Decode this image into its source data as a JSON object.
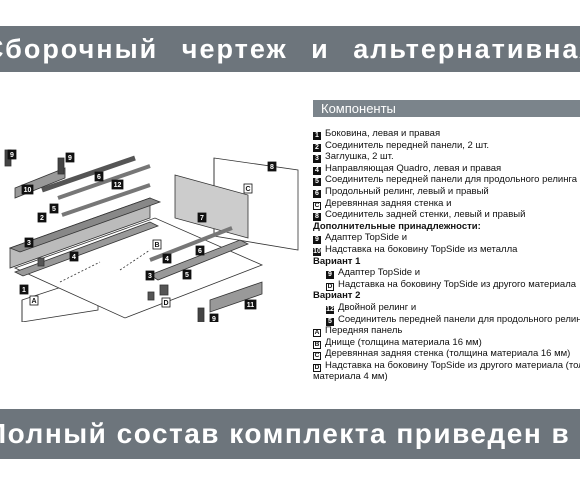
{
  "top_banner": "Сборочный чертеж и альтернативная комплектация",
  "bottom_banner": "Полный состав комплекта приведен в описании товара",
  "legend": {
    "header": "Компоненты",
    "items": [
      {
        "mark": "1",
        "kind": "num",
        "text": "Боковина, левая и правая"
      },
      {
        "mark": "2",
        "kind": "num",
        "text": "Соединитель передней панели, 2 шт."
      },
      {
        "mark": "3",
        "kind": "num",
        "text": "Заглушка, 2 шт."
      },
      {
        "mark": "4",
        "kind": "num",
        "text": "Направляющая Quadro, левая и правая"
      },
      {
        "mark": "5",
        "kind": "num",
        "text": "Соединитель передней панели для продольного релинга"
      },
      {
        "mark": "6",
        "kind": "num",
        "text": "Продольный релинг, левый и правый"
      },
      {
        "mark": "C",
        "kind": "let",
        "text": "Деревянная задняя стенка и"
      },
      {
        "mark": "8",
        "kind": "num",
        "text": "Соединитель задней стенки, левый и правый"
      },
      {
        "mark": "",
        "kind": "head",
        "text": "Дополнительные принадлежности:"
      },
      {
        "mark": "9",
        "kind": "num",
        "text": "Адаптер TopSide и"
      },
      {
        "mark": "10",
        "kind": "num",
        "text": "Надставка на боковину TopSide из металла"
      },
      {
        "mark": "",
        "kind": "head",
        "text": "Вариант 1"
      },
      {
        "mark": "9",
        "kind": "num",
        "indent": true,
        "text": "Адаптер TopSide и"
      },
      {
        "mark": "D",
        "kind": "let",
        "indent": true,
        "text": "Надставка на боковину TopSide из другого материала"
      },
      {
        "mark": "",
        "kind": "head",
        "text": "Вариант 2"
      },
      {
        "mark": "12",
        "kind": "num",
        "indent": true,
        "text": "Двойной релинг и"
      },
      {
        "mark": "5",
        "kind": "num",
        "indent": true,
        "text": "Соединитель передней панели для продольного релинга"
      },
      {
        "mark": "A",
        "kind": "let",
        "text": "Передняя панель"
      },
      {
        "mark": "B",
        "kind": "let",
        "text": "Днище (толщина материала 16 мм)"
      },
      {
        "mark": "C",
        "kind": "let",
        "text": "Деревянная задняя стенка (толщина материала 16 мм)"
      },
      {
        "mark": "D",
        "kind": "let",
        "text": "Надставка на боковину TopSide из другого материала (толщина"
      },
      {
        "mark": "",
        "kind": "cont",
        "text": "материала 4 мм)"
      }
    ]
  },
  "drawing": {
    "labels": [
      "9",
      "9",
      "10",
      "5",
      "6",
      "12",
      "2",
      "3",
      "4",
      "1",
      "8",
      "C",
      "B",
      "7",
      "6",
      "4",
      "3",
      "5",
      "11",
      "9",
      "D",
      "A"
    ]
  }
}
